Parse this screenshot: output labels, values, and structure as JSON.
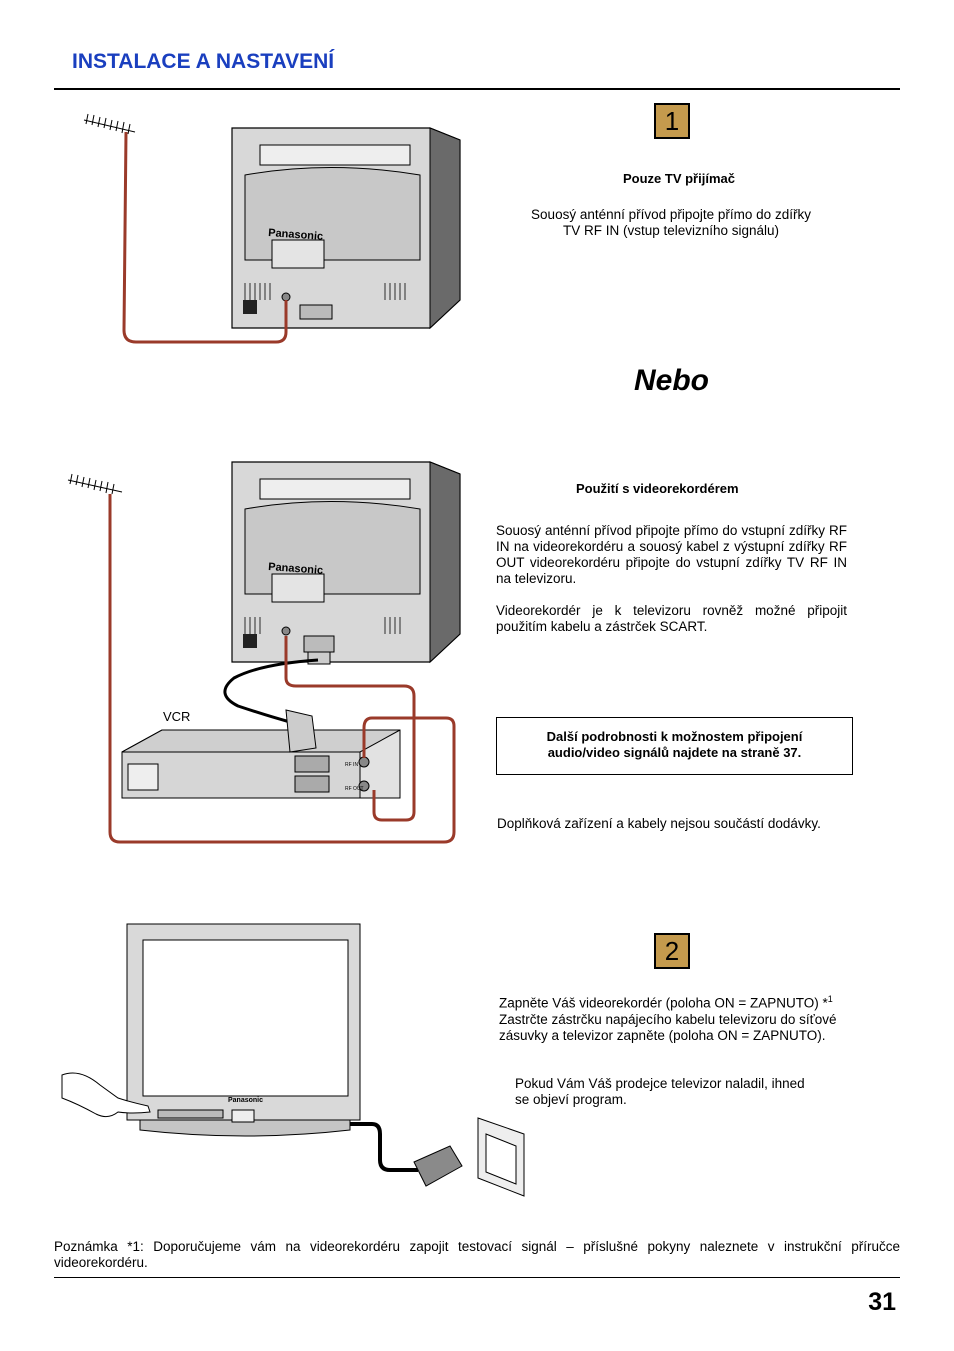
{
  "header": {
    "title": "INSTALACE A NASTAVENÍ"
  },
  "step1": {
    "number": "1",
    "heading": "Pouze TV přijímač",
    "text_line1": "Souosý anténní přívod připojte přímo do zdířky",
    "text_line2": "TV RF IN (vstup televizního signálu)"
  },
  "separator": {
    "nebo": "Nebo"
  },
  "vcr_section": {
    "heading": "Použití s videorekordérem",
    "paragraph1": "Souosý anténní přívod připojte přímo do vstupní zdířky RF IN na videorekordéru a souosý kabel z výstupní zdířky RF OUT videorekordéru připojte do vstupní zdířky TV RF IN na televizoru.",
    "paragraph2": "Videorekordér je k televizoru rovněž možné připojit použitím kabelu a zástrček SCART.",
    "info_line1": "Další podrobnosti k možnostem připojení",
    "info_line2": "audio/video signálů najdete na straně 37.",
    "note": "Doplňková zařízení a kabely nejsou součástí dodávky."
  },
  "step2": {
    "number": "2",
    "line1": "Zapněte Váš videorekordér (poloha ON = ZAPNUTO) *",
    "line1_sup": "1",
    "line2": "Zastrčte zástrčku napájecího kabelu televizoru do síťové",
    "line3": "zásuvky a televizor zapněte (poloha ON = ZAPNUTO).",
    "text2_line1": "Pokud Vám Váš prodejce televizor naladil, ihned",
    "text2_line2": "se objeví program."
  },
  "illustration_labels": {
    "brand_tv1": "Panasonic",
    "brand_tv2": "Panasonic",
    "brand_tv3": "Panasonic",
    "vcr": "VCR",
    "rf_in": "RF IN",
    "rf_out": "RF OUT"
  },
  "footnote": "Poznámka *1: Doporučujeme vám na videorekordéru zapojit testovací signál – příslušné pokyny naleznete v instrukční příručce videorekordéru.",
  "page_number": "31",
  "colors": {
    "title": "#1a3fbf",
    "cable": "#9a3a2a",
    "step_box": "#c49a4d"
  }
}
